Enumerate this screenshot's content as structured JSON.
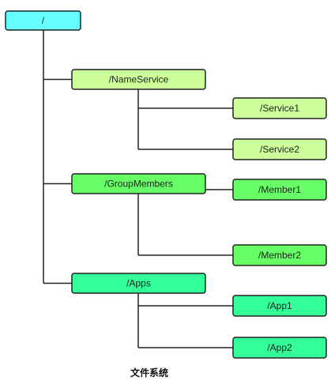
{
  "diagram": {
    "nodes": [
      {
        "id": "root",
        "label": "/",
        "color": "#66FFFF"
      },
      {
        "id": "nameservice",
        "label": "/NameService",
        "color": "#CCFF99"
      },
      {
        "id": "service1",
        "label": "/Service1",
        "color": "#CCFF99"
      },
      {
        "id": "service2",
        "label": "/Service2",
        "color": "#CCFF99"
      },
      {
        "id": "groupmembers",
        "label": "/GroupMembers",
        "color": "#66FF66"
      },
      {
        "id": "member1",
        "label": "/Member1",
        "color": "#66FF66"
      },
      {
        "id": "member2",
        "label": "/Member2",
        "color": "#66FF66"
      },
      {
        "id": "apps",
        "label": "/Apps",
        "color": "#33FF99"
      },
      {
        "id": "app1",
        "label": "/App1",
        "color": "#33FF99"
      },
      {
        "id": "app2",
        "label": "/App2",
        "color": "#33FF99"
      }
    ],
    "edges": [
      {
        "from": "root",
        "to": "nameservice"
      },
      {
        "from": "root",
        "to": "groupmembers"
      },
      {
        "from": "root",
        "to": "apps"
      },
      {
        "from": "nameservice",
        "to": "service1"
      },
      {
        "from": "nameservice",
        "to": "service2"
      },
      {
        "from": "groupmembers",
        "to": "member1"
      },
      {
        "from": "groupmembers",
        "to": "member2"
      },
      {
        "from": "apps",
        "to": "app1"
      },
      {
        "from": "apps",
        "to": "app2"
      }
    ],
    "caption": "文件系统",
    "stroke_color": "#222222"
  }
}
